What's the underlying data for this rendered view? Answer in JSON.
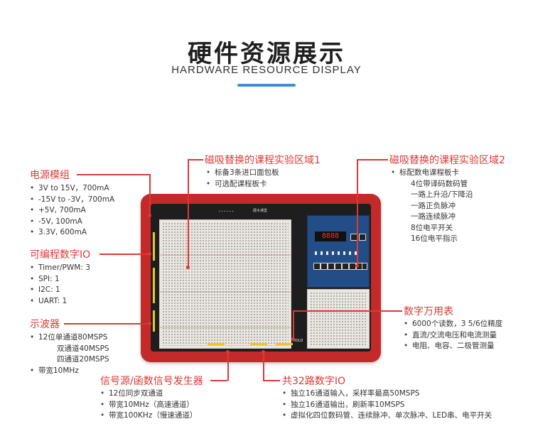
{
  "header": {
    "title": "硬件资源展示",
    "subtitle": "HARDWARE RESOURCE DISPLAY"
  },
  "sections": {
    "power": {
      "title": "电源模组",
      "items": [
        "3V to 15V，700mA",
        "-15V to -3V，700mA",
        "+5V, 700mA",
        "-5V, 100mA",
        "3.3V, 600mA"
      ]
    },
    "programmable_io": {
      "title": "可编程数字IO",
      "items": [
        "Timer/PWM: 3",
        "SPI: 1",
        "I2C: 1",
        "UART: 1"
      ]
    },
    "oscilloscope": {
      "title": "示波器",
      "items": [
        "12位单通道80MSPS",
        "双通道40MSPS",
        "四通道20MSPS",
        "带宽10MHz"
      ]
    },
    "signal_generator": {
      "title": "信号源/函数信号发生器",
      "items": [
        "12位同步双通道",
        "带宽10MHz（高速通道）",
        "带宽100KHz（慢速通道）"
      ]
    },
    "digital_io": {
      "title": "共32路数字IO",
      "items": [
        "独立16通道输入，采样率最高50MSPS",
        "独立16通道输出，刷新率10MSPS",
        "虚拟化四位数码管、连续脉冲、单次脉冲、LED串、电平开关"
      ]
    },
    "lab_area_1": {
      "title": "磁吸替换的课程实验区域1",
      "items": [
        "标备3条进口面包板",
        "可选配课程板卡"
      ]
    },
    "lab_area_2": {
      "title": "磁吸替换的课程实验区域2",
      "items": [
        "标配数电课程板卡",
        "4位带译码数码管",
        "一路上升沿/下降沿",
        "一路正负脉冲",
        "一路连续脉冲",
        "8位电平开关",
        "16位电平指示"
      ]
    },
    "multimeter": {
      "title": "数字万用表",
      "items": [
        "6000个读数，3 5/6位精度",
        "直流/交流电压和电流测量",
        "电阻、电容、二极管测量"
      ]
    }
  },
  "board": {
    "brand": "硬木课堂",
    "display_digits": "8888",
    "hold_label": "HOLD"
  },
  "colors": {
    "accent_red": "#d93a36",
    "accent_blue": "#3a8fd6",
    "board_red": "#c42a2a"
  }
}
